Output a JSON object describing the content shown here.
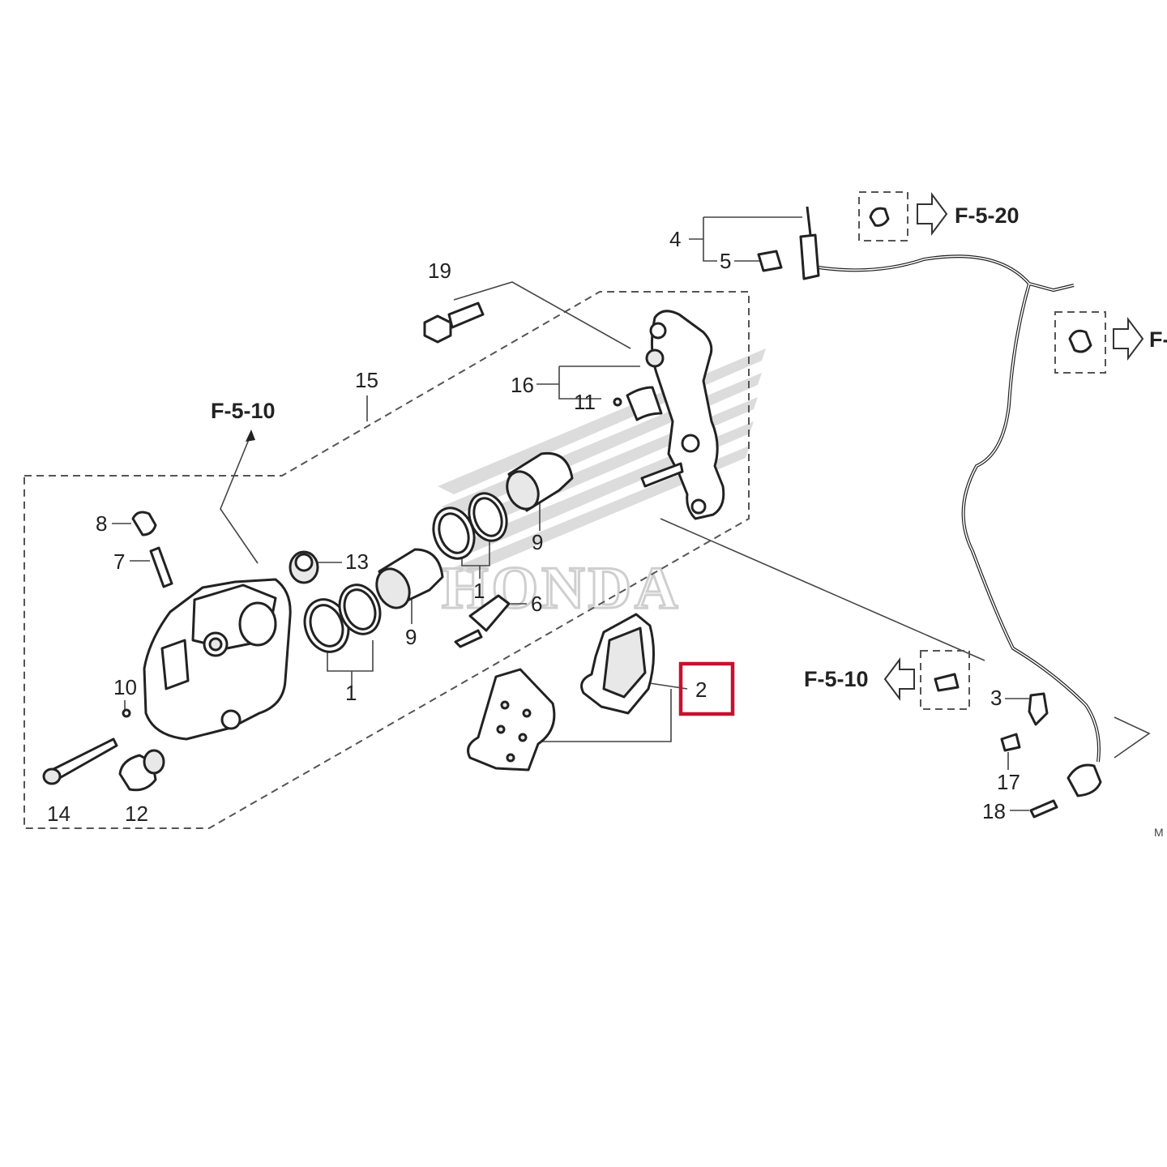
{
  "refs": {
    "f510_top": "F-5-10",
    "f520": "F-5-20",
    "f5_right": "F-",
    "f510_mid": "F-5-10"
  },
  "callouts": {
    "n1a": "1",
    "n1b": "1",
    "n2": "2",
    "n3": "3",
    "n4": "4",
    "n5": "5",
    "n6": "6",
    "n7": "7",
    "n8": "8",
    "n9a": "9",
    "n9b": "9",
    "n10": "10",
    "n11": "11",
    "n12": "12",
    "n13": "13",
    "n14": "14",
    "n15": "15",
    "n16": "16",
    "n17": "17",
    "n18": "18",
    "n19": "19"
  },
  "highlight": {
    "part": "2",
    "color": "#c8102e"
  },
  "watermark": {
    "brand": "HONDA"
  },
  "figure_code": "M"
}
